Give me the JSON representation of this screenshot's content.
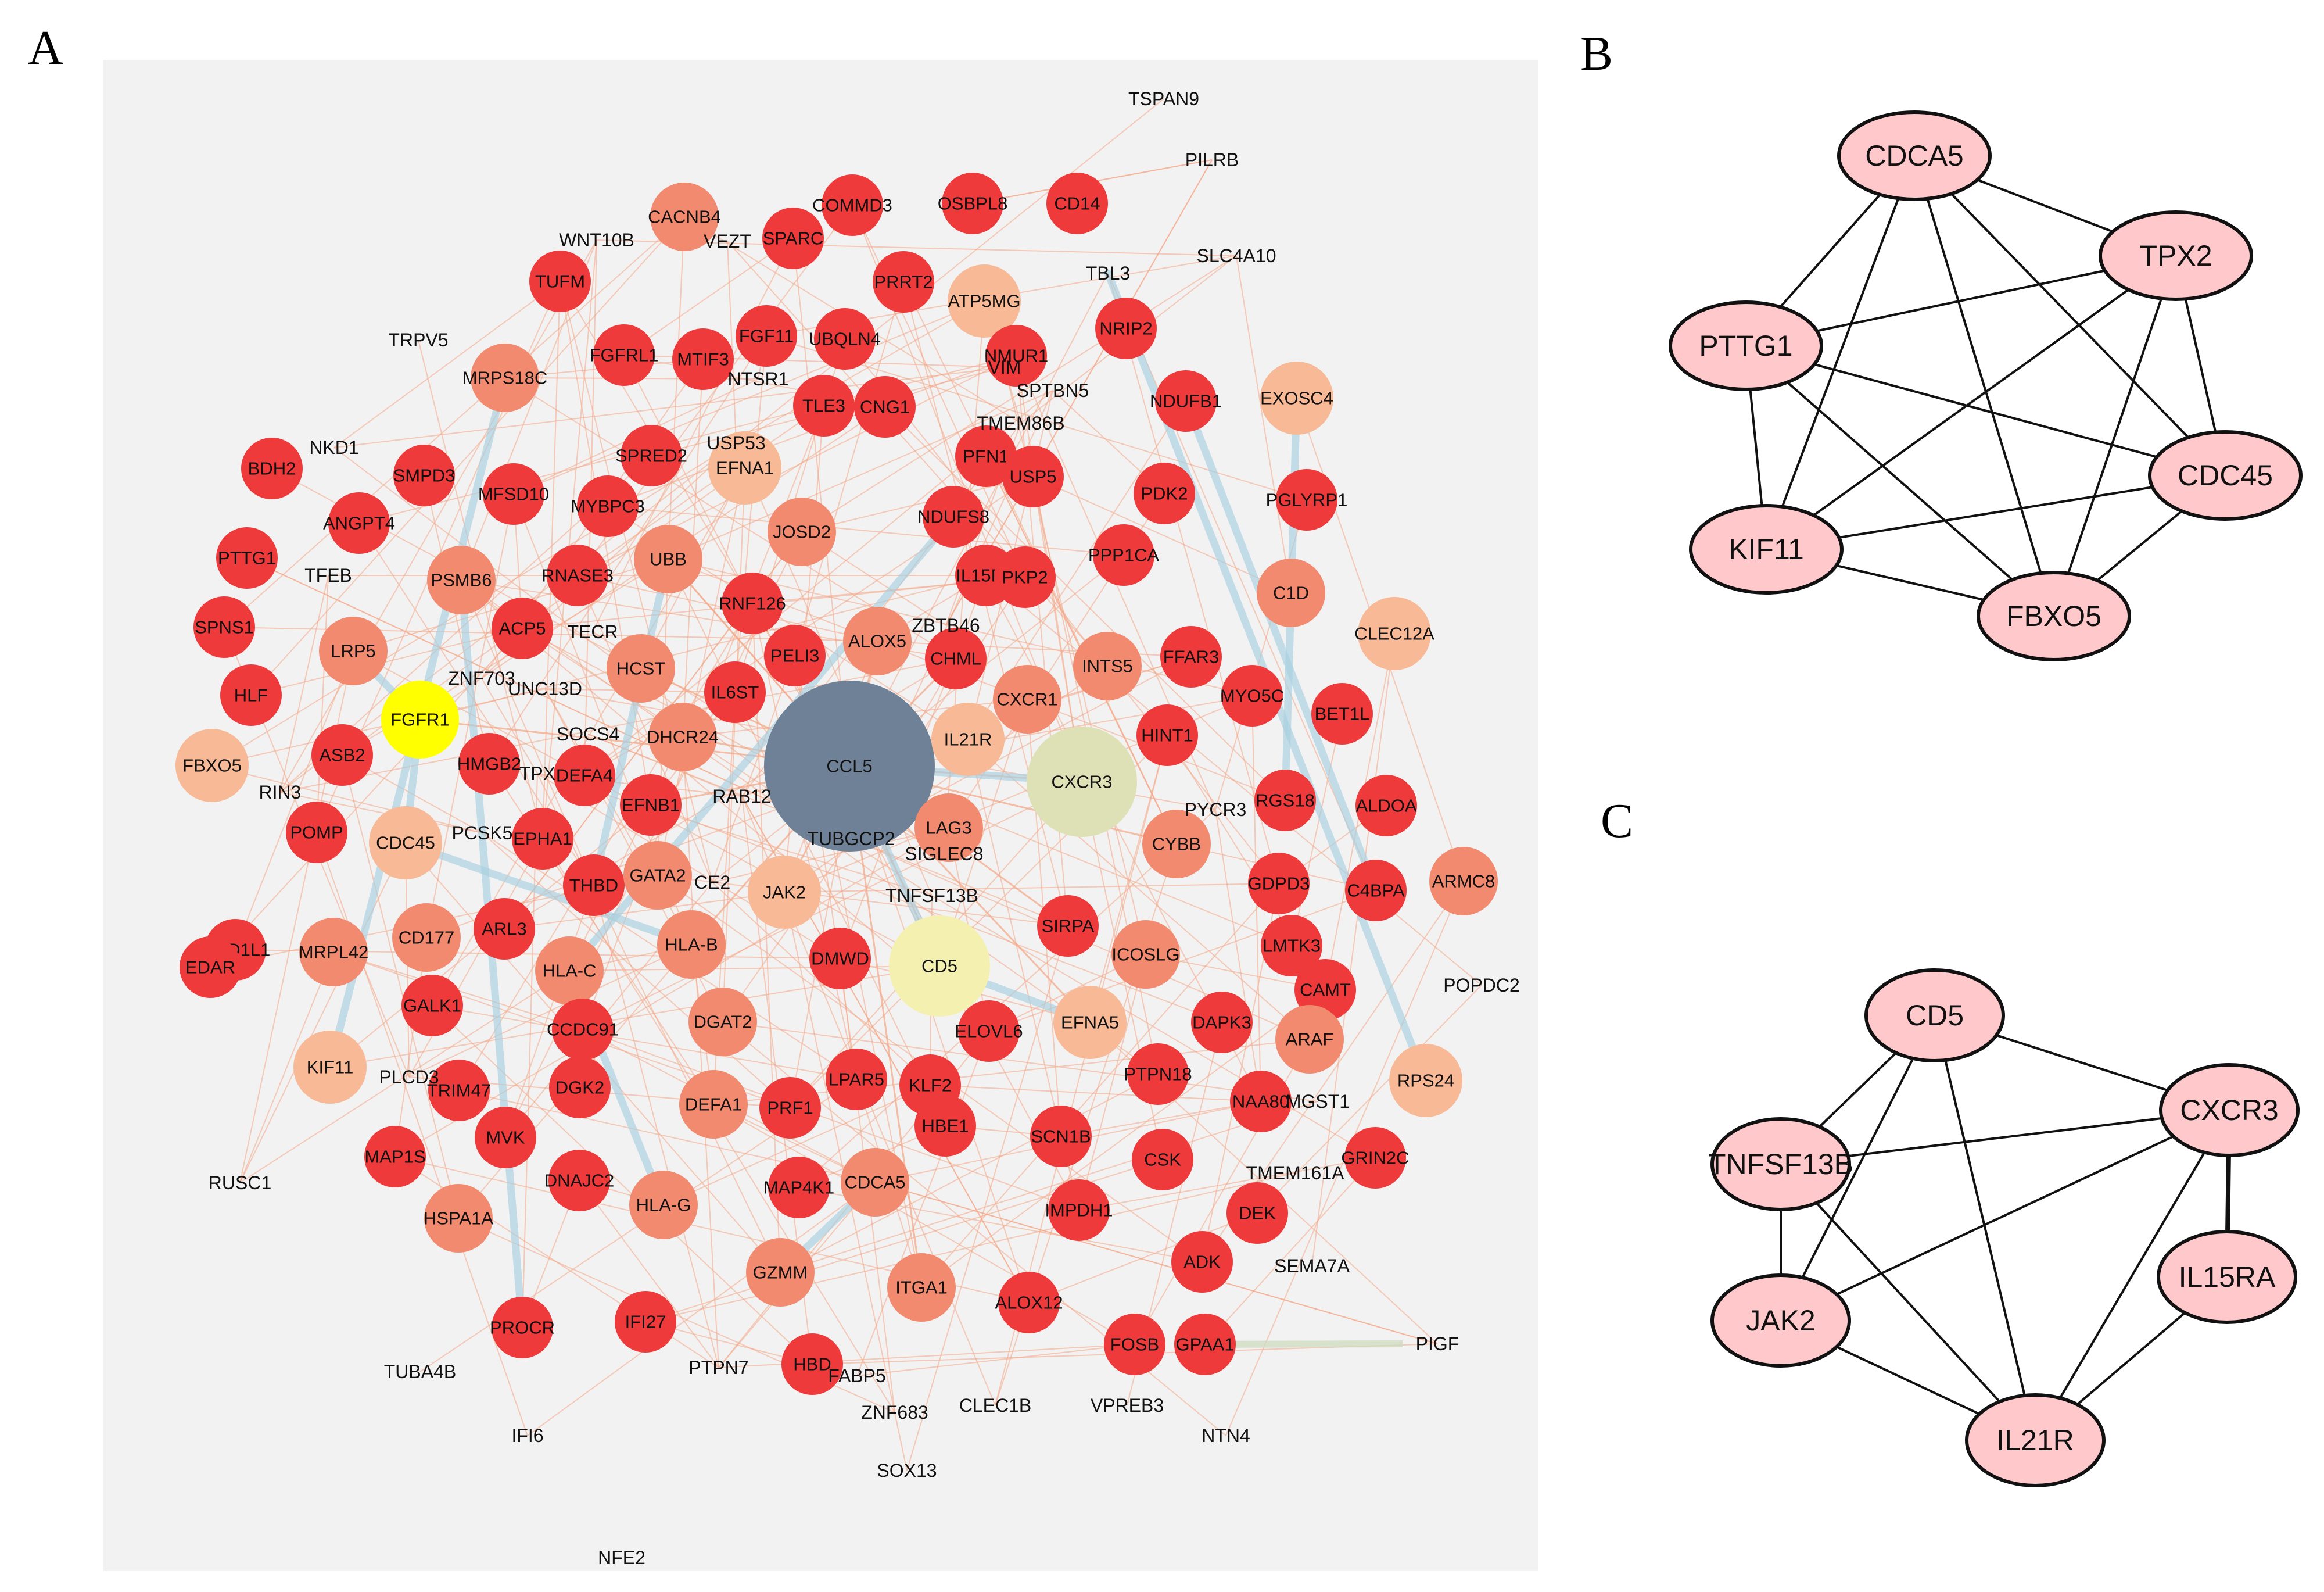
{
  "panels": {
    "a_letter": "A",
    "b_letter": "B",
    "c_letter": "C"
  },
  "colors": {
    "background_panel": "#f2f2f2",
    "hub_node": "#6f8196",
    "highlight_node": "#ffff00",
    "high_degree_node": "#ee3a3a",
    "mid_degree_node": "#f28a70",
    "low_degree_node": "#f7b996",
    "pale_node": "#dde1b5",
    "edge_thin": "#f4a585",
    "edge_thick": "#a8cfe0",
    "subnetwork_node_fill": "#ffc9cc"
  },
  "network_a": {
    "big_nodes": [
      {
        "label": "CCL5",
        "kind": "hub"
      },
      {
        "label": "CXCR3",
        "kind": "pale"
      },
      {
        "label": "CD5",
        "kind": "pale2"
      },
      {
        "label": "FGFR1",
        "kind": "highlight"
      }
    ],
    "nodes": [
      {
        "label": "CACNB4",
        "kind": "mid"
      },
      {
        "label": "COMMD3",
        "kind": "high"
      },
      {
        "label": "OSBPL8",
        "kind": "high"
      },
      {
        "label": "CD14",
        "kind": "high"
      },
      {
        "label": "TUFM",
        "kind": "high"
      },
      {
        "label": "SPARC",
        "kind": "high"
      },
      {
        "label": "PRRT2",
        "kind": "high"
      },
      {
        "label": "ATP5MG",
        "kind": "low"
      },
      {
        "label": "NRIP2",
        "kind": "high"
      },
      {
        "label": "FGFRL1",
        "kind": "high"
      },
      {
        "label": "MTIF3",
        "kind": "high"
      },
      {
        "label": "FGF11",
        "kind": "high"
      },
      {
        "label": "UBQLN4",
        "kind": "high"
      },
      {
        "label": "NMUR1",
        "kind": "high"
      },
      {
        "label": "MRPS18C",
        "kind": "mid"
      },
      {
        "label": "TLE3",
        "kind": "high"
      },
      {
        "label": "CNG1",
        "kind": "high"
      },
      {
        "label": "NDUFB1",
        "kind": "high"
      },
      {
        "label": "EXOSC4",
        "kind": "low"
      },
      {
        "label": "BDH2",
        "kind": "high"
      },
      {
        "label": "SMPD3",
        "kind": "high"
      },
      {
        "label": "MFSD10",
        "kind": "high"
      },
      {
        "label": "SPRED2",
        "kind": "high"
      },
      {
        "label": "EFNA1",
        "kind": "low"
      },
      {
        "label": "PFN1",
        "kind": "high"
      },
      {
        "label": "USP5",
        "kind": "high"
      },
      {
        "label": "PDK2",
        "kind": "high"
      },
      {
        "label": "PGLYRP1",
        "kind": "high"
      },
      {
        "label": "ANGPT4",
        "kind": "high"
      },
      {
        "label": "MYBPC3",
        "kind": "high"
      },
      {
        "label": "JOSD2",
        "kind": "mid"
      },
      {
        "label": "NDUFS8",
        "kind": "high"
      },
      {
        "label": "PTTG1",
        "kind": "high"
      },
      {
        "label": "PSMB6",
        "kind": "mid"
      },
      {
        "label": "RNASE3",
        "kind": "high"
      },
      {
        "label": "UBB",
        "kind": "mid"
      },
      {
        "label": "IL15RA",
        "kind": "high"
      },
      {
        "label": "PKP2",
        "kind": "high"
      },
      {
        "label": "PPP1CA",
        "kind": "high"
      },
      {
        "label": "SPNS1",
        "kind": "high"
      },
      {
        "label": "LRP5",
        "kind": "mid"
      },
      {
        "label": "ACP5",
        "kind": "high"
      },
      {
        "label": "RNF126",
        "kind": "high"
      },
      {
        "label": "ALOX5",
        "kind": "mid"
      },
      {
        "label": "C1D",
        "kind": "mid"
      },
      {
        "label": "CLEC12A",
        "kind": "low"
      },
      {
        "label": "HCST",
        "kind": "mid"
      },
      {
        "label": "PELI3",
        "kind": "high"
      },
      {
        "label": "CHML",
        "kind": "high"
      },
      {
        "label": "INTS5",
        "kind": "mid"
      },
      {
        "label": "FFAR3",
        "kind": "high"
      },
      {
        "label": "HLF",
        "kind": "high"
      },
      {
        "label": "IL6ST",
        "kind": "high"
      },
      {
        "label": "CXCR1",
        "kind": "mid"
      },
      {
        "label": "MYO5C",
        "kind": "high"
      },
      {
        "label": "BET1L",
        "kind": "high"
      },
      {
        "label": "FBXO5",
        "kind": "low"
      },
      {
        "label": "ASB2",
        "kind": "high"
      },
      {
        "label": "HMGB2",
        "kind": "high"
      },
      {
        "label": "DHCR24",
        "kind": "mid"
      },
      {
        "label": "IL21R",
        "kind": "low"
      },
      {
        "label": "HINT1",
        "kind": "high"
      },
      {
        "label": "DEFA4",
        "kind": "high"
      },
      {
        "label": "EFNB1",
        "kind": "high"
      },
      {
        "label": "RGS18",
        "kind": "high"
      },
      {
        "label": "ALDOA",
        "kind": "high"
      },
      {
        "label": "POMP",
        "kind": "high"
      },
      {
        "label": "CDC45",
        "kind": "low"
      },
      {
        "label": "EPHA1",
        "kind": "high"
      },
      {
        "label": "LAG3",
        "kind": "mid"
      },
      {
        "label": "CYBB",
        "kind": "mid"
      },
      {
        "label": "ARMC8",
        "kind": "mid"
      },
      {
        "label": "THBD",
        "kind": "high"
      },
      {
        "label": "GATA2",
        "kind": "mid"
      },
      {
        "label": "JAK2",
        "kind": "low"
      },
      {
        "label": "GDPD3",
        "kind": "high"
      },
      {
        "label": "C4BPA",
        "kind": "high"
      },
      {
        "label": "MAD1L1",
        "kind": "high"
      },
      {
        "label": "MRPL42",
        "kind": "mid"
      },
      {
        "label": "CD177",
        "kind": "mid"
      },
      {
        "label": "ARL3",
        "kind": "high"
      },
      {
        "label": "HLA-B",
        "kind": "mid"
      },
      {
        "label": "SIRPA",
        "kind": "high"
      },
      {
        "label": "LMTK3",
        "kind": "high"
      },
      {
        "label": "EDAR",
        "kind": "high"
      },
      {
        "label": "HLA-C",
        "kind": "mid"
      },
      {
        "label": "DMWD",
        "kind": "high"
      },
      {
        "label": "ICOSLG",
        "kind": "mid"
      },
      {
        "label": "CAMT",
        "kind": "high"
      },
      {
        "label": "GALK1",
        "kind": "high"
      },
      {
        "label": "CCDC91",
        "kind": "high"
      },
      {
        "label": "DGAT2",
        "kind": "mid"
      },
      {
        "label": "EFNA5",
        "kind": "low"
      },
      {
        "label": "DAPK3",
        "kind": "high"
      },
      {
        "label": "ARAF",
        "kind": "mid"
      },
      {
        "label": "KIF11",
        "kind": "low"
      },
      {
        "label": "TRIM47",
        "kind": "high"
      },
      {
        "label": "DGK2",
        "kind": "high"
      },
      {
        "label": "DEFA1",
        "kind": "mid"
      },
      {
        "label": "PRF1",
        "kind": "high"
      },
      {
        "label": "LPAR5",
        "kind": "high"
      },
      {
        "label": "ELOVL6",
        "kind": "high"
      },
      {
        "label": "KLF2",
        "kind": "high"
      },
      {
        "label": "PTPN18",
        "kind": "high"
      },
      {
        "label": "NAA80",
        "kind": "high"
      },
      {
        "label": "RPS24",
        "kind": "low"
      },
      {
        "label": "MAP1S",
        "kind": "high"
      },
      {
        "label": "MVK",
        "kind": "high"
      },
      {
        "label": "DNAJC2",
        "kind": "high"
      },
      {
        "label": "HBE1",
        "kind": "high"
      },
      {
        "label": "SCN1B",
        "kind": "high"
      },
      {
        "label": "GRIN2C",
        "kind": "high"
      },
      {
        "label": "CDCA5",
        "kind": "mid"
      },
      {
        "label": "CSK",
        "kind": "high"
      },
      {
        "label": "HSPA1A",
        "kind": "mid"
      },
      {
        "label": "HLA-G",
        "kind": "mid"
      },
      {
        "label": "MAP4K1",
        "kind": "high"
      },
      {
        "label": "IMPDH1",
        "kind": "high"
      },
      {
        "label": "DEK",
        "kind": "high"
      },
      {
        "label": "ADK",
        "kind": "high"
      },
      {
        "label": "GZMM",
        "kind": "mid"
      },
      {
        "label": "ITGA1",
        "kind": "mid"
      },
      {
        "label": "ALOX12",
        "kind": "high"
      },
      {
        "label": "PROCR",
        "kind": "high"
      },
      {
        "label": "IFI27",
        "kind": "high"
      },
      {
        "label": "FOSB",
        "kind": "high"
      },
      {
        "label": "GPAA1",
        "kind": "high"
      },
      {
        "label": "HBD",
        "kind": "high"
      }
    ],
    "text_labels": [
      "TSPAN9",
      "PILRB",
      "WNT10B",
      "VEZT",
      "SLC4A10",
      "TBL3",
      "TRPV5",
      "NTSR1",
      "SPTBN5",
      "VIM",
      "TMEM86B",
      "USP53",
      "NKD1",
      "TFEB",
      "TECR",
      "ZBTB46",
      "ZNF703",
      "UNC13D",
      "SOCS4",
      "TPX",
      "RIN3",
      "RAB12",
      "PCSK5",
      "PYCR3",
      "TUBGCP2",
      "SIGLEC8",
      "CE2",
      "TNFSF13B",
      "POPDC2",
      "PLCD3",
      "MGST1",
      "RUSC1",
      "TMEM161A",
      "SEMA7A",
      "TUBA4B",
      "PTPN7",
      "FABP5",
      "PIGF",
      "ZNF683",
      "CLEC1B",
      "VPREB3",
      "IFI6",
      "NTN4",
      "SOX13",
      "NFE2"
    ]
  },
  "network_b": {
    "nodes": [
      "CDCA5",
      "TPX2",
      "PTTG1",
      "CDC45",
      "KIF11",
      "FBXO5"
    ]
  },
  "network_c": {
    "nodes": [
      "CD5",
      "CXCR3",
      "TNFSF13B",
      "IL15RA",
      "JAK2",
      "IL21R"
    ]
  }
}
